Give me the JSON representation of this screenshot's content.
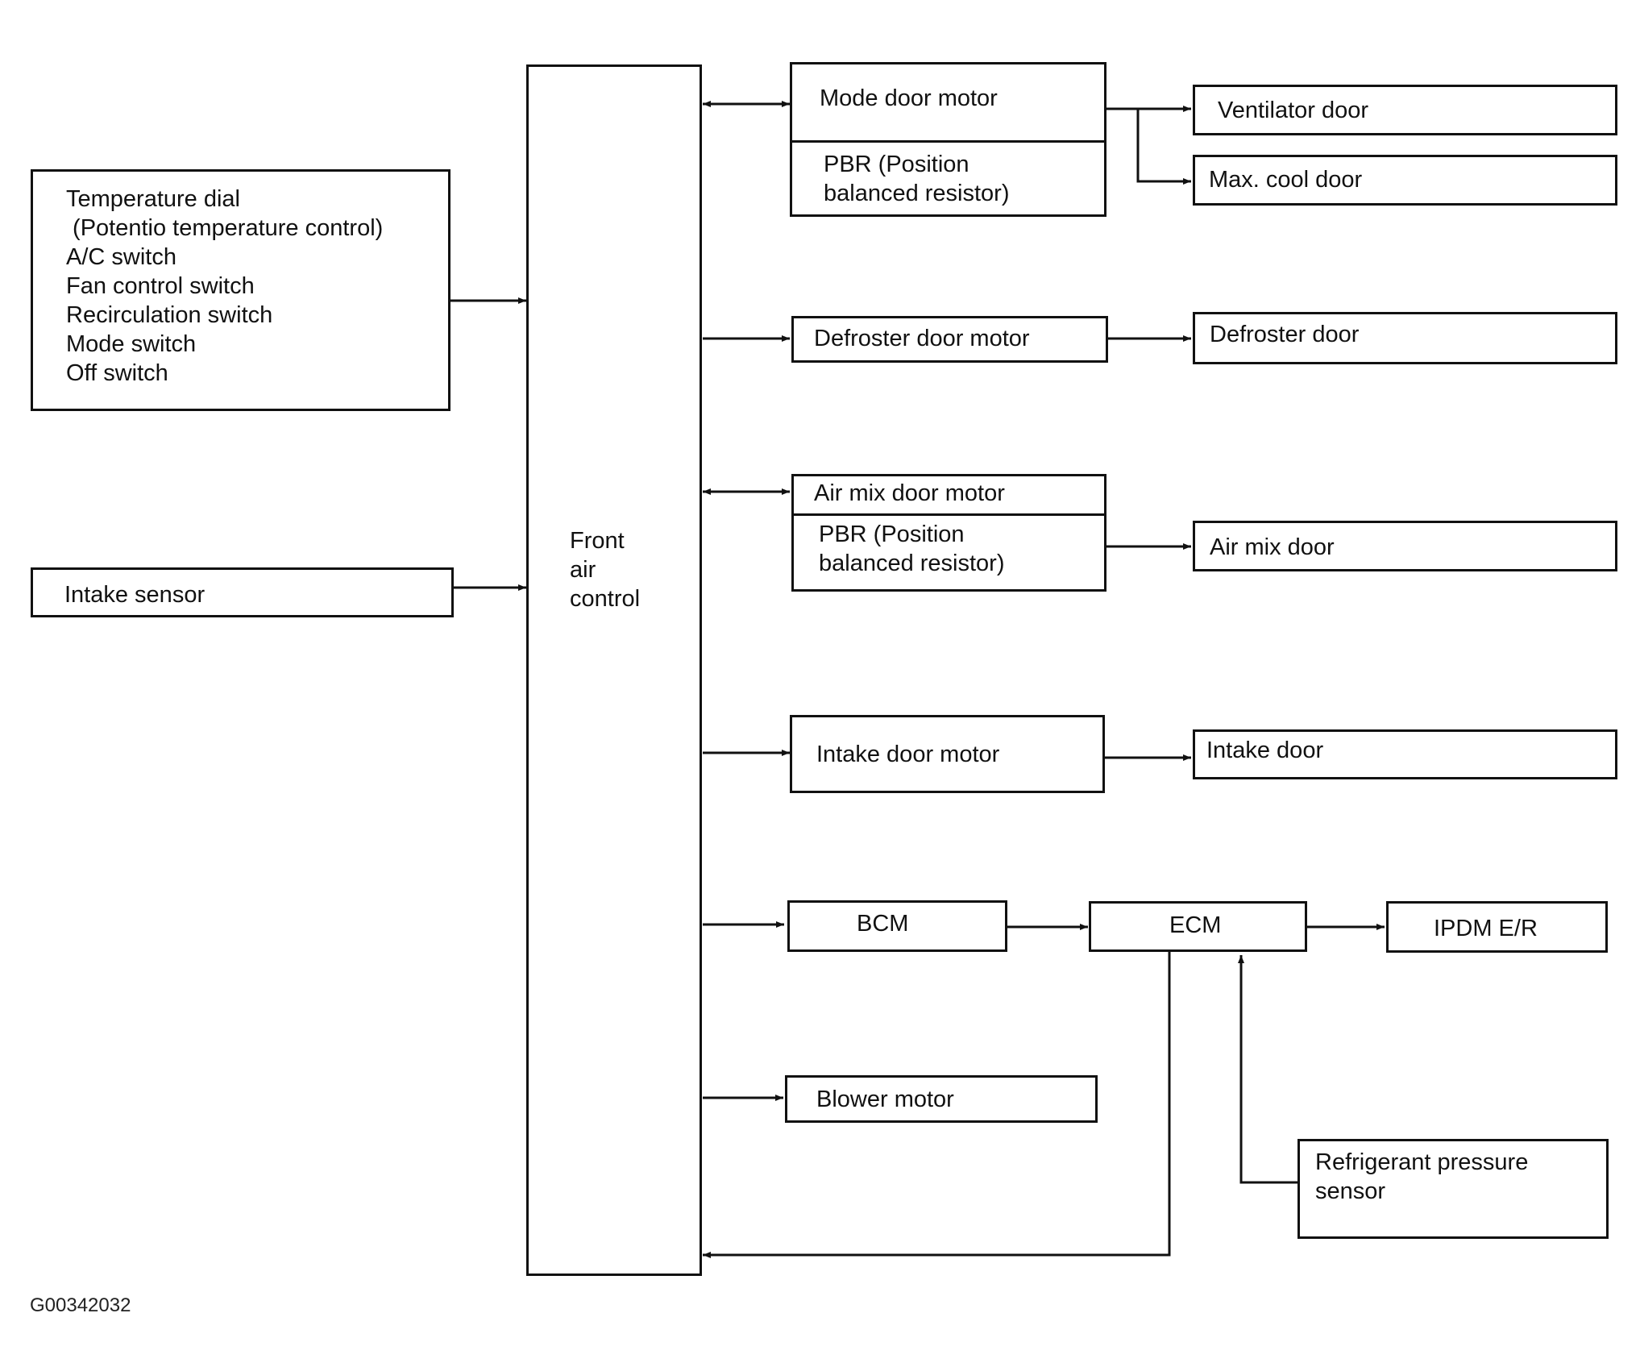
{
  "inputs": {
    "switches": [
      "Temperature dial",
      " (Potentio temperature control)",
      "A/C switch",
      "Fan control switch",
      "Recirculation switch",
      "Mode switch",
      "Off switch"
    ],
    "intake_sensor": "Intake sensor"
  },
  "controller": {
    "lines": [
      "Front",
      "air",
      "control"
    ]
  },
  "mode_door_motor": {
    "label": "Mode door motor",
    "pbr_lines": [
      "PBR (Position",
      "balanced resistor)"
    ]
  },
  "ventilator_door": "Ventilator door",
  "max_cool_door": "Max. cool door",
  "defroster_door_motor": "Defroster door motor",
  "defroster_door": "Defroster door",
  "air_mix_door_motor": {
    "label": "Air mix door motor",
    "pbr_lines": [
      "PBR (Position",
      "balanced resistor)"
    ]
  },
  "air_mix_door": "Air mix door",
  "intake_door_motor": "Intake door motor",
  "intake_door": "Intake door",
  "bcm": "BCM",
  "ecm": "ECM",
  "ipdm": "IPDM E/R",
  "blower_motor": "Blower motor",
  "refrigerant_sensor": [
    "Refrigerant pressure",
    "sensor"
  ],
  "figure_id": "G00342032"
}
